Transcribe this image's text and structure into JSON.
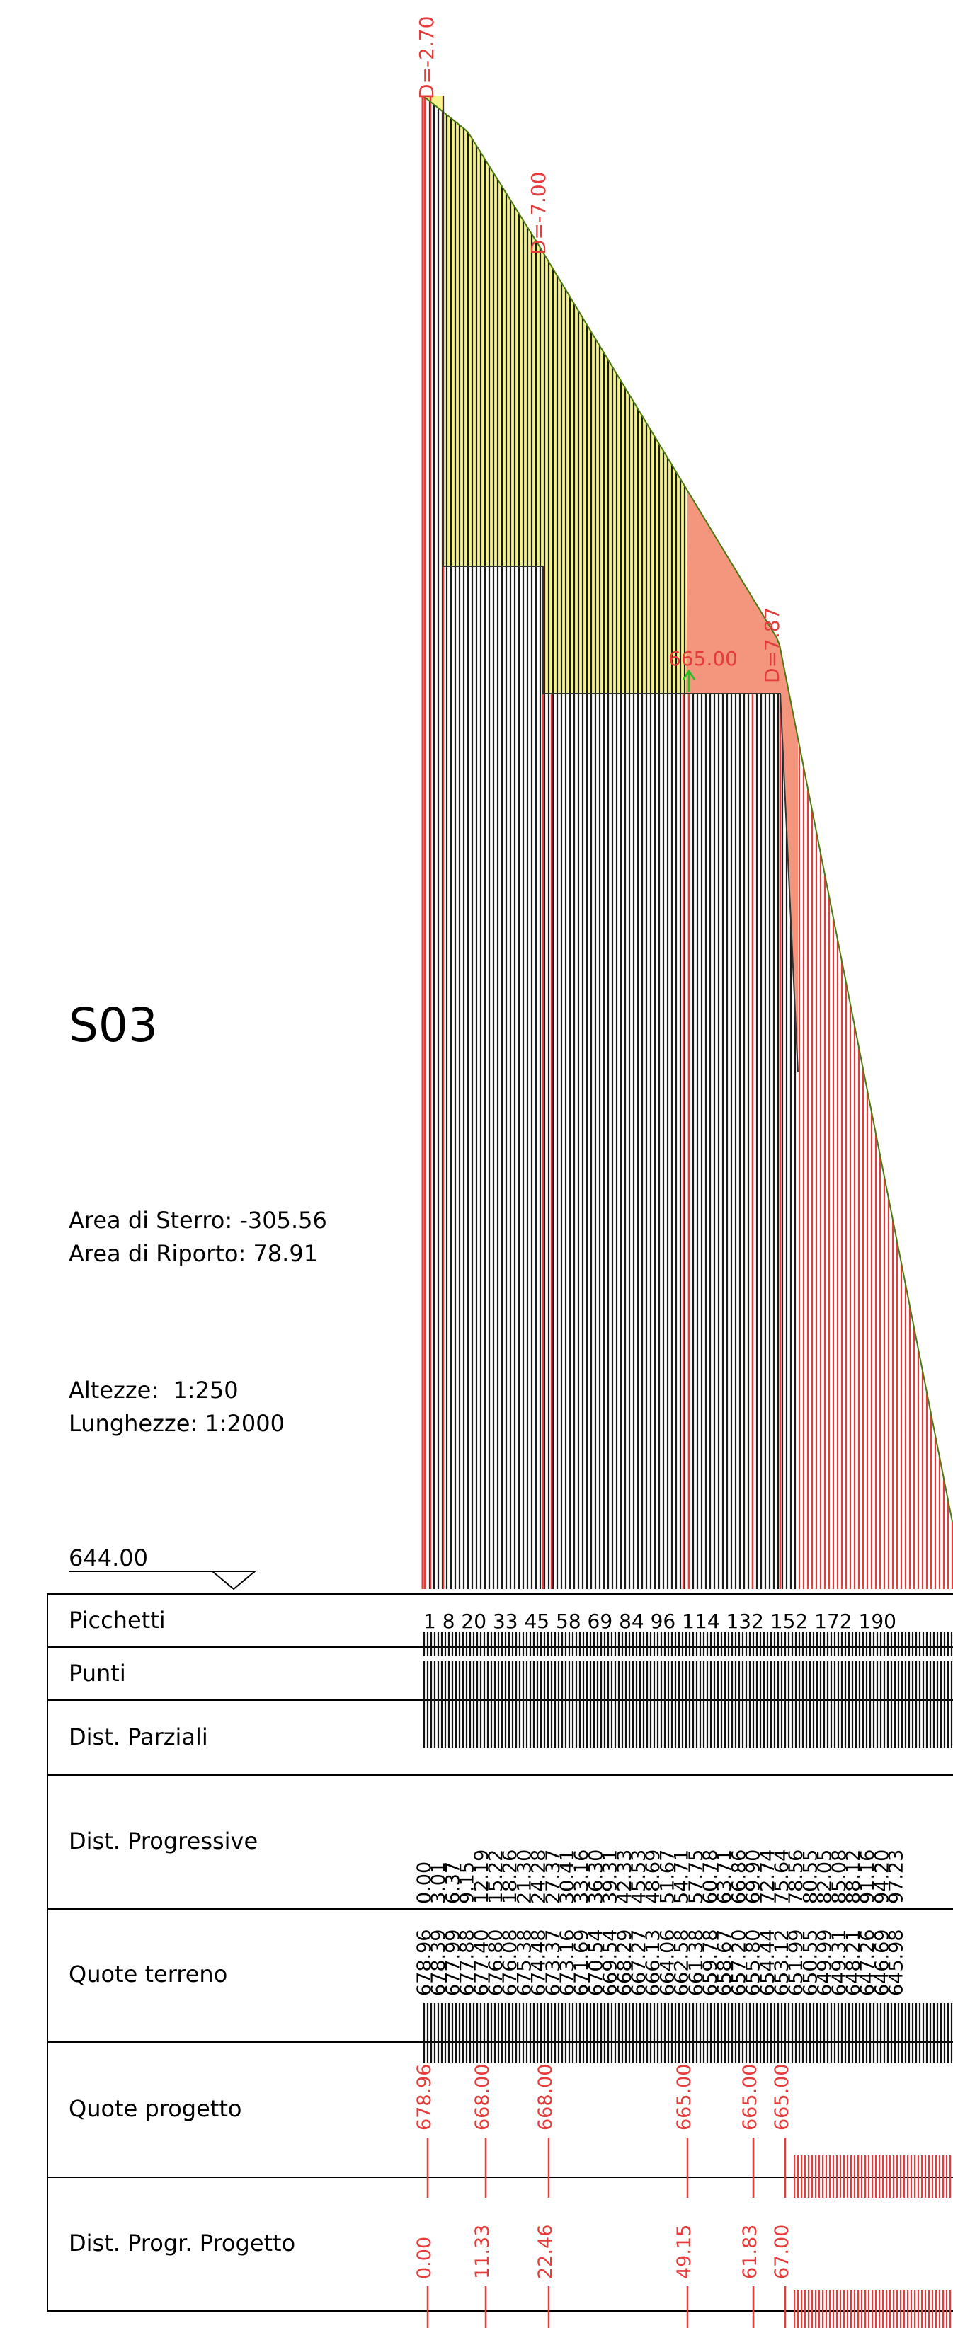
{
  "section": {
    "title": "S03",
    "area_sterro_label": "Area di Sterro:",
    "area_sterro_value": "-305.56",
    "area_riporto_label": "Area di Riporto:",
    "area_riporto_value": "78.91",
    "scale_h_label": "Altezze:",
    "scale_h_value": "1:250",
    "scale_l_label": "Lunghezze:",
    "scale_l_value": "1:2000",
    "datum": "644.00"
  },
  "annotations": {
    "d1": "D=-2.70",
    "d2": "D=-7.00",
    "elev": "665.00",
    "d3": "D=7.87"
  },
  "table": {
    "rows": [
      "Picchetti",
      "Punti",
      "Dist. Parziali",
      "Dist. Progressive",
      "Quote terreno",
      "Quote progetto",
      "Dist. Progr. Progetto"
    ],
    "picchetti": [
      "1",
      "8",
      "20",
      "33",
      "45",
      "58",
      "69",
      "84",
      "96",
      "114",
      "132",
      "152",
      "172",
      "190"
    ],
    "dist_progressive": [
      "0.00",
      "3.01",
      "6.37",
      "9.15",
      "12.19",
      "15.22",
      "18.26",
      "21.30",
      "24.28",
      "27.37",
      "30.41",
      "33.16",
      "36.30",
      "39.31",
      "42.33",
      "45.53",
      "48.69",
      "51.67",
      "54.71",
      "57.75",
      "60.78",
      "63.71",
      "66.86",
      "69.90",
      "72.74",
      "75.64",
      "78.56",
      "80.55",
      "82.05",
      "85.08",
      "88.12",
      "91.16",
      "94.20",
      "97.23"
    ],
    "quote_terreno": [
      "678.96",
      "678.39",
      "677.99",
      "677.88",
      "677.40",
      "676.80",
      "676.08",
      "675.38",
      "674.48",
      "673.37",
      "673.16",
      "671.69",
      "670.54",
      "669.54",
      "668.29",
      "667.27",
      "666.13",
      "664.06",
      "662.58",
      "661.38",
      "659.78",
      "658.67",
      "657.20",
      "655.80",
      "654.44",
      "653.12",
      "651.99",
      "650.55",
      "649.99",
      "649.31",
      "648.21",
      "647.26",
      "646.69",
      "645.98"
    ],
    "quote_progetto": [
      "678.96",
      "668.00",
      "668.00",
      "665.00",
      "665.00",
      "665.00"
    ],
    "dist_progr_progetto": [
      "0.00",
      "11.33",
      "22.46",
      "49.15",
      "61.83",
      "67.00"
    ]
  },
  "colors": {
    "cut_fill": "#f4f48c",
    "fill_area": "#f4957e",
    "red": "#e53b3b",
    "green": "#22c022"
  }
}
